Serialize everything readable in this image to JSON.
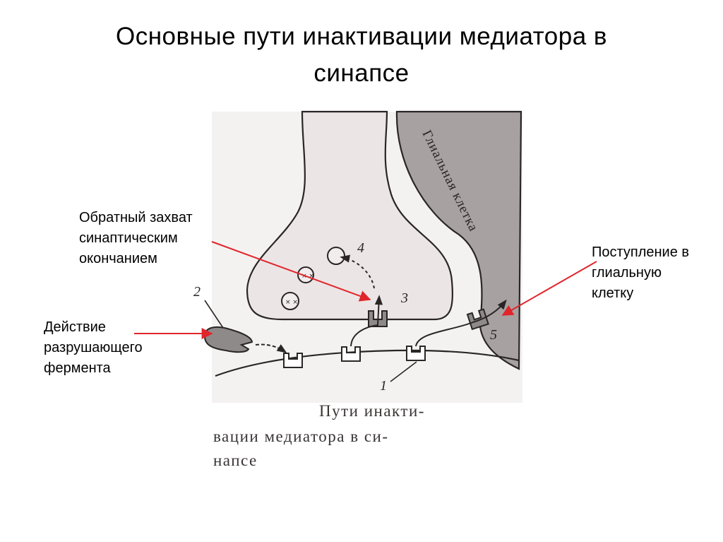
{
  "title": {
    "line1": "Основные пути инактивации медиатора в",
    "line2": "синапсе"
  },
  "callouts": {
    "reuptake": {
      "line1": "Обратный захват",
      "line2": "синаптическим",
      "line3": "окончанием"
    },
    "enzyme": {
      "line1": "Действие",
      "line2": "разрушающего",
      "line3": "фермента"
    },
    "glia": {
      "line1": "Поступление в",
      "line2": "глиальную",
      "line3": "клетку"
    }
  },
  "diagram": {
    "glial_cell_label": "Глиальная клетка",
    "numbers": [
      "1",
      "2",
      "3",
      "4",
      "5"
    ],
    "caption": {
      "line1": "Пути инакти-",
      "line2": "вации медиатора в си-",
      "line3": "напсе"
    }
  },
  "colors": {
    "arrow": "#e0262b",
    "cell_fill": "#ece5e5",
    "receptor_fill": "#8f8a8a",
    "ink": "#2a2626"
  }
}
